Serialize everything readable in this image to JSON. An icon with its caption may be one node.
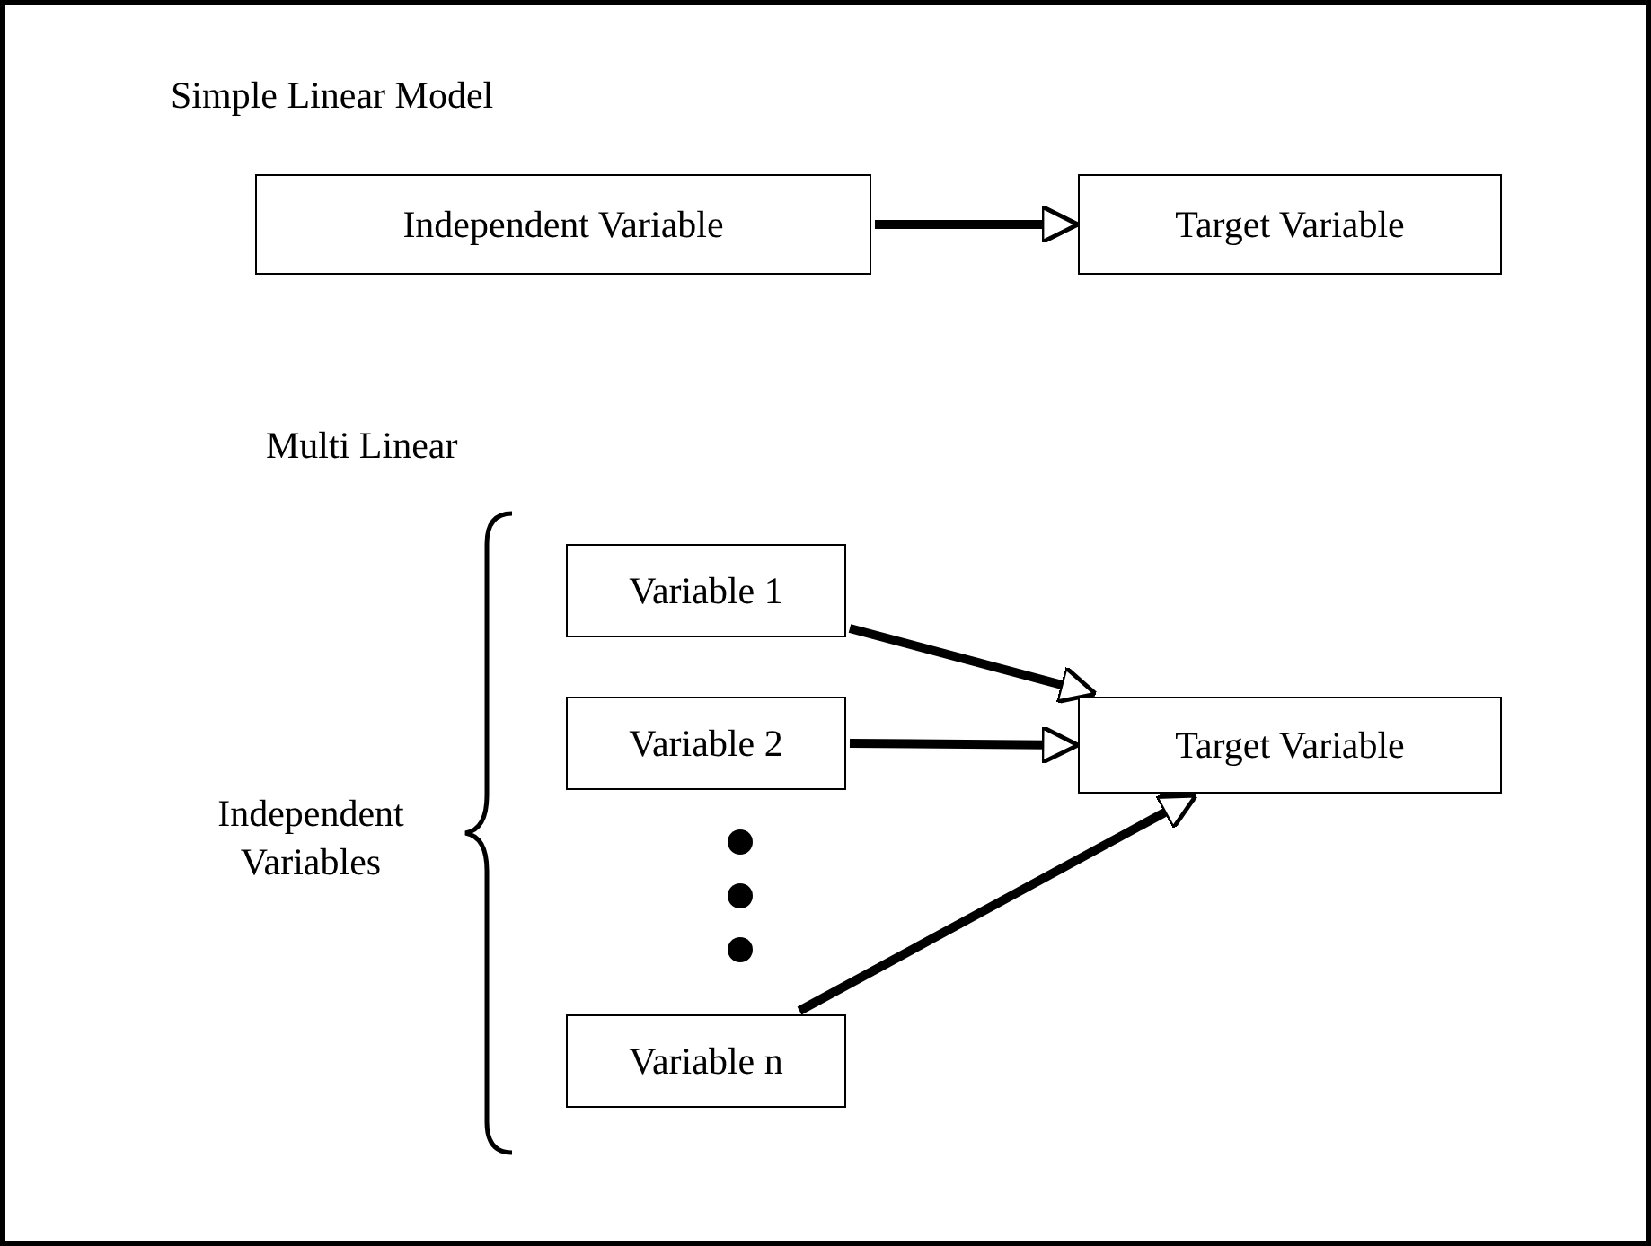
{
  "diagram": {
    "nodes": [
      {
        "text": [
          "Independent Variable"
        ]
      },
      {
        "text": [
          "Target Variable"
        ]
      },
      {
        "text": [
          "Variable 1"
        ]
      },
      {
        "text": [
          "Variable 2"
        ]
      },
      {
        "text": [
          "Variable n"
        ]
      },
      {
        "text": [
          "Target Variable"
        ]
      }
    ],
    "edges": [
      {
        "from": 0,
        "to": 1,
        "arrow": "to"
      },
      {
        "from": 2,
        "to": 5,
        "arrow": "to"
      },
      {
        "from": 3,
        "to": 5,
        "arrow": "to"
      },
      {
        "from": 4,
        "to": 5,
        "arrow": "to"
      }
    ],
    "labels": [
      "Simple Linear Model",
      "Multi Linear",
      "Independent Variables"
    ]
  }
}
